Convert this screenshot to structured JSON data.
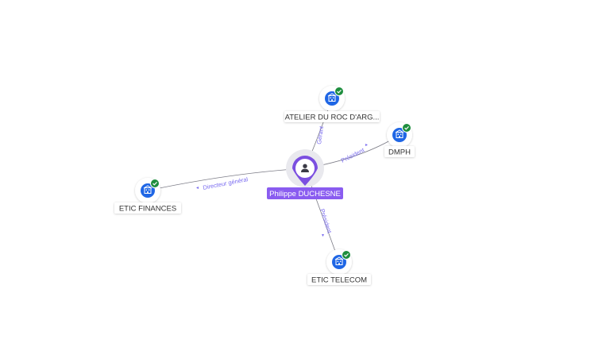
{
  "colors": {
    "edge": "#7b7b86",
    "edge_label": "#7a6cf0",
    "company_icon": "#1f66e5",
    "verified_badge": "#1e8e3e",
    "person_accent": "#7b4fe0",
    "person_label_bg": "#8a5cf0"
  },
  "center": {
    "name": "Philippe DUCHESNE",
    "icon": "person-icon"
  },
  "companies": [
    {
      "id": "atelier",
      "name": "ATELIER DU ROC D'ARG...",
      "icon": "building-icon",
      "verified": true,
      "relation": "Gérant"
    },
    {
      "id": "dmph",
      "name": "DMPH",
      "icon": "building-icon",
      "verified": true,
      "relation": "Président"
    },
    {
      "id": "etic-finances",
      "name": "ETIC FINANCES",
      "icon": "building-icon",
      "verified": true,
      "relation": "Directeur général"
    },
    {
      "id": "etic-telecom",
      "name": "ETIC TELECOM",
      "icon": "building-icon",
      "verified": true,
      "relation": "Président"
    }
  ]
}
